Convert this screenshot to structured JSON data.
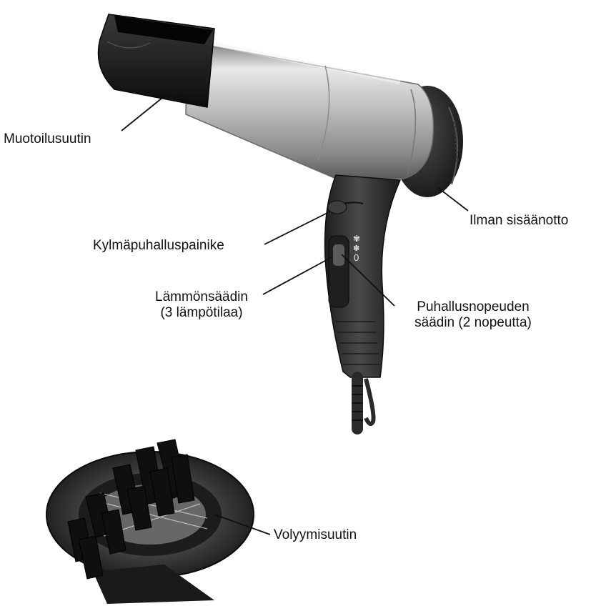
{
  "colors": {
    "background": "#ffffff",
    "text": "#111111",
    "leader": "#111111",
    "silver": "#b8b8b8",
    "dark_body": "#2e2e2e",
    "black_part": "#141414"
  },
  "callouts": {
    "nozzle": {
      "text": "Muotoilusuutin"
    },
    "air_intake": {
      "text": "Ilman sisäänotto"
    },
    "cool_shot": {
      "text": "Kylmäpuhalluspainike"
    },
    "heat_control": {
      "line1": "Lämmönsäädin",
      "line2": "(3 lämpötilaa)"
    },
    "speed_control": {
      "line1": "Puhallusnopeuden",
      "line2": "säädin (2 nopeutta)"
    },
    "diffuser": {
      "text": "Volyymisuutin"
    }
  },
  "switch_icons": {
    "fan_high": "✾",
    "fan_low": "✽",
    "off": "0"
  }
}
